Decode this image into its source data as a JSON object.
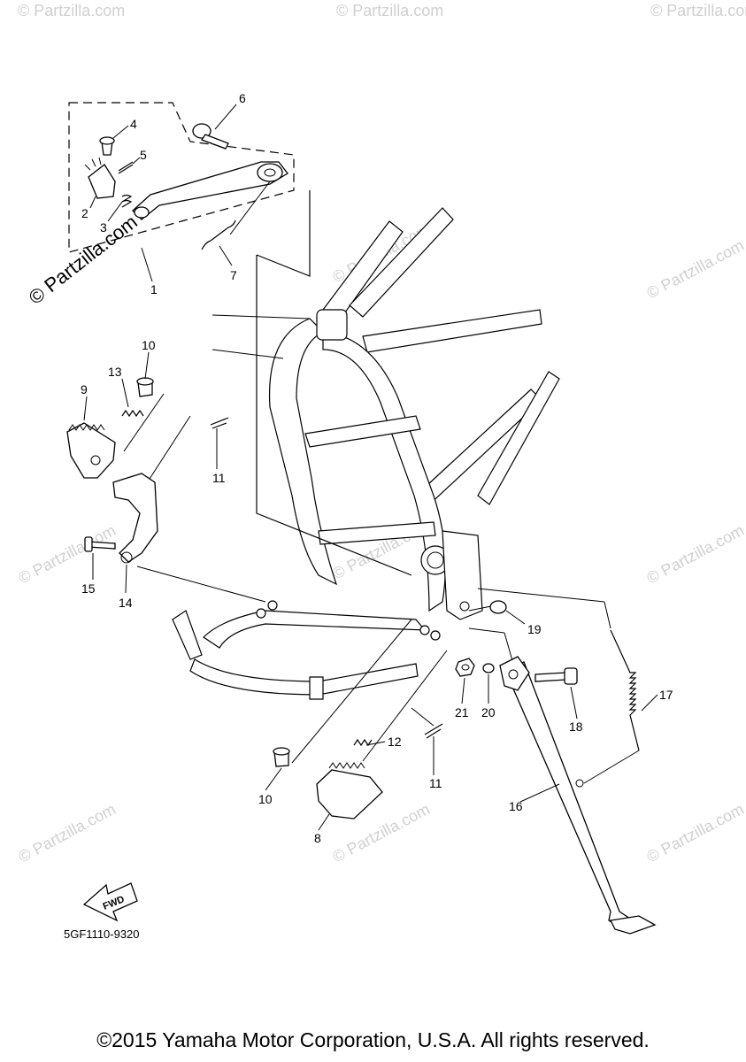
{
  "diagram": {
    "watermark_text": "© Partzilla.com",
    "watermark_side_text": "© Partzilla.com",
    "drawing_code": "5GF1110-9320",
    "fwd_label": "FWD",
    "copyright": "©2015 Yamaha Motor Corporation, U.S.A. All rights reserved.",
    "part_labels": [
      "1",
      "2",
      "3",
      "4",
      "5",
      "6",
      "7",
      "8",
      "9",
      "10",
      "10",
      "11",
      "11",
      "12",
      "13",
      "14",
      "15",
      "16",
      "17",
      "18",
      "19",
      "20",
      "21"
    ]
  }
}
